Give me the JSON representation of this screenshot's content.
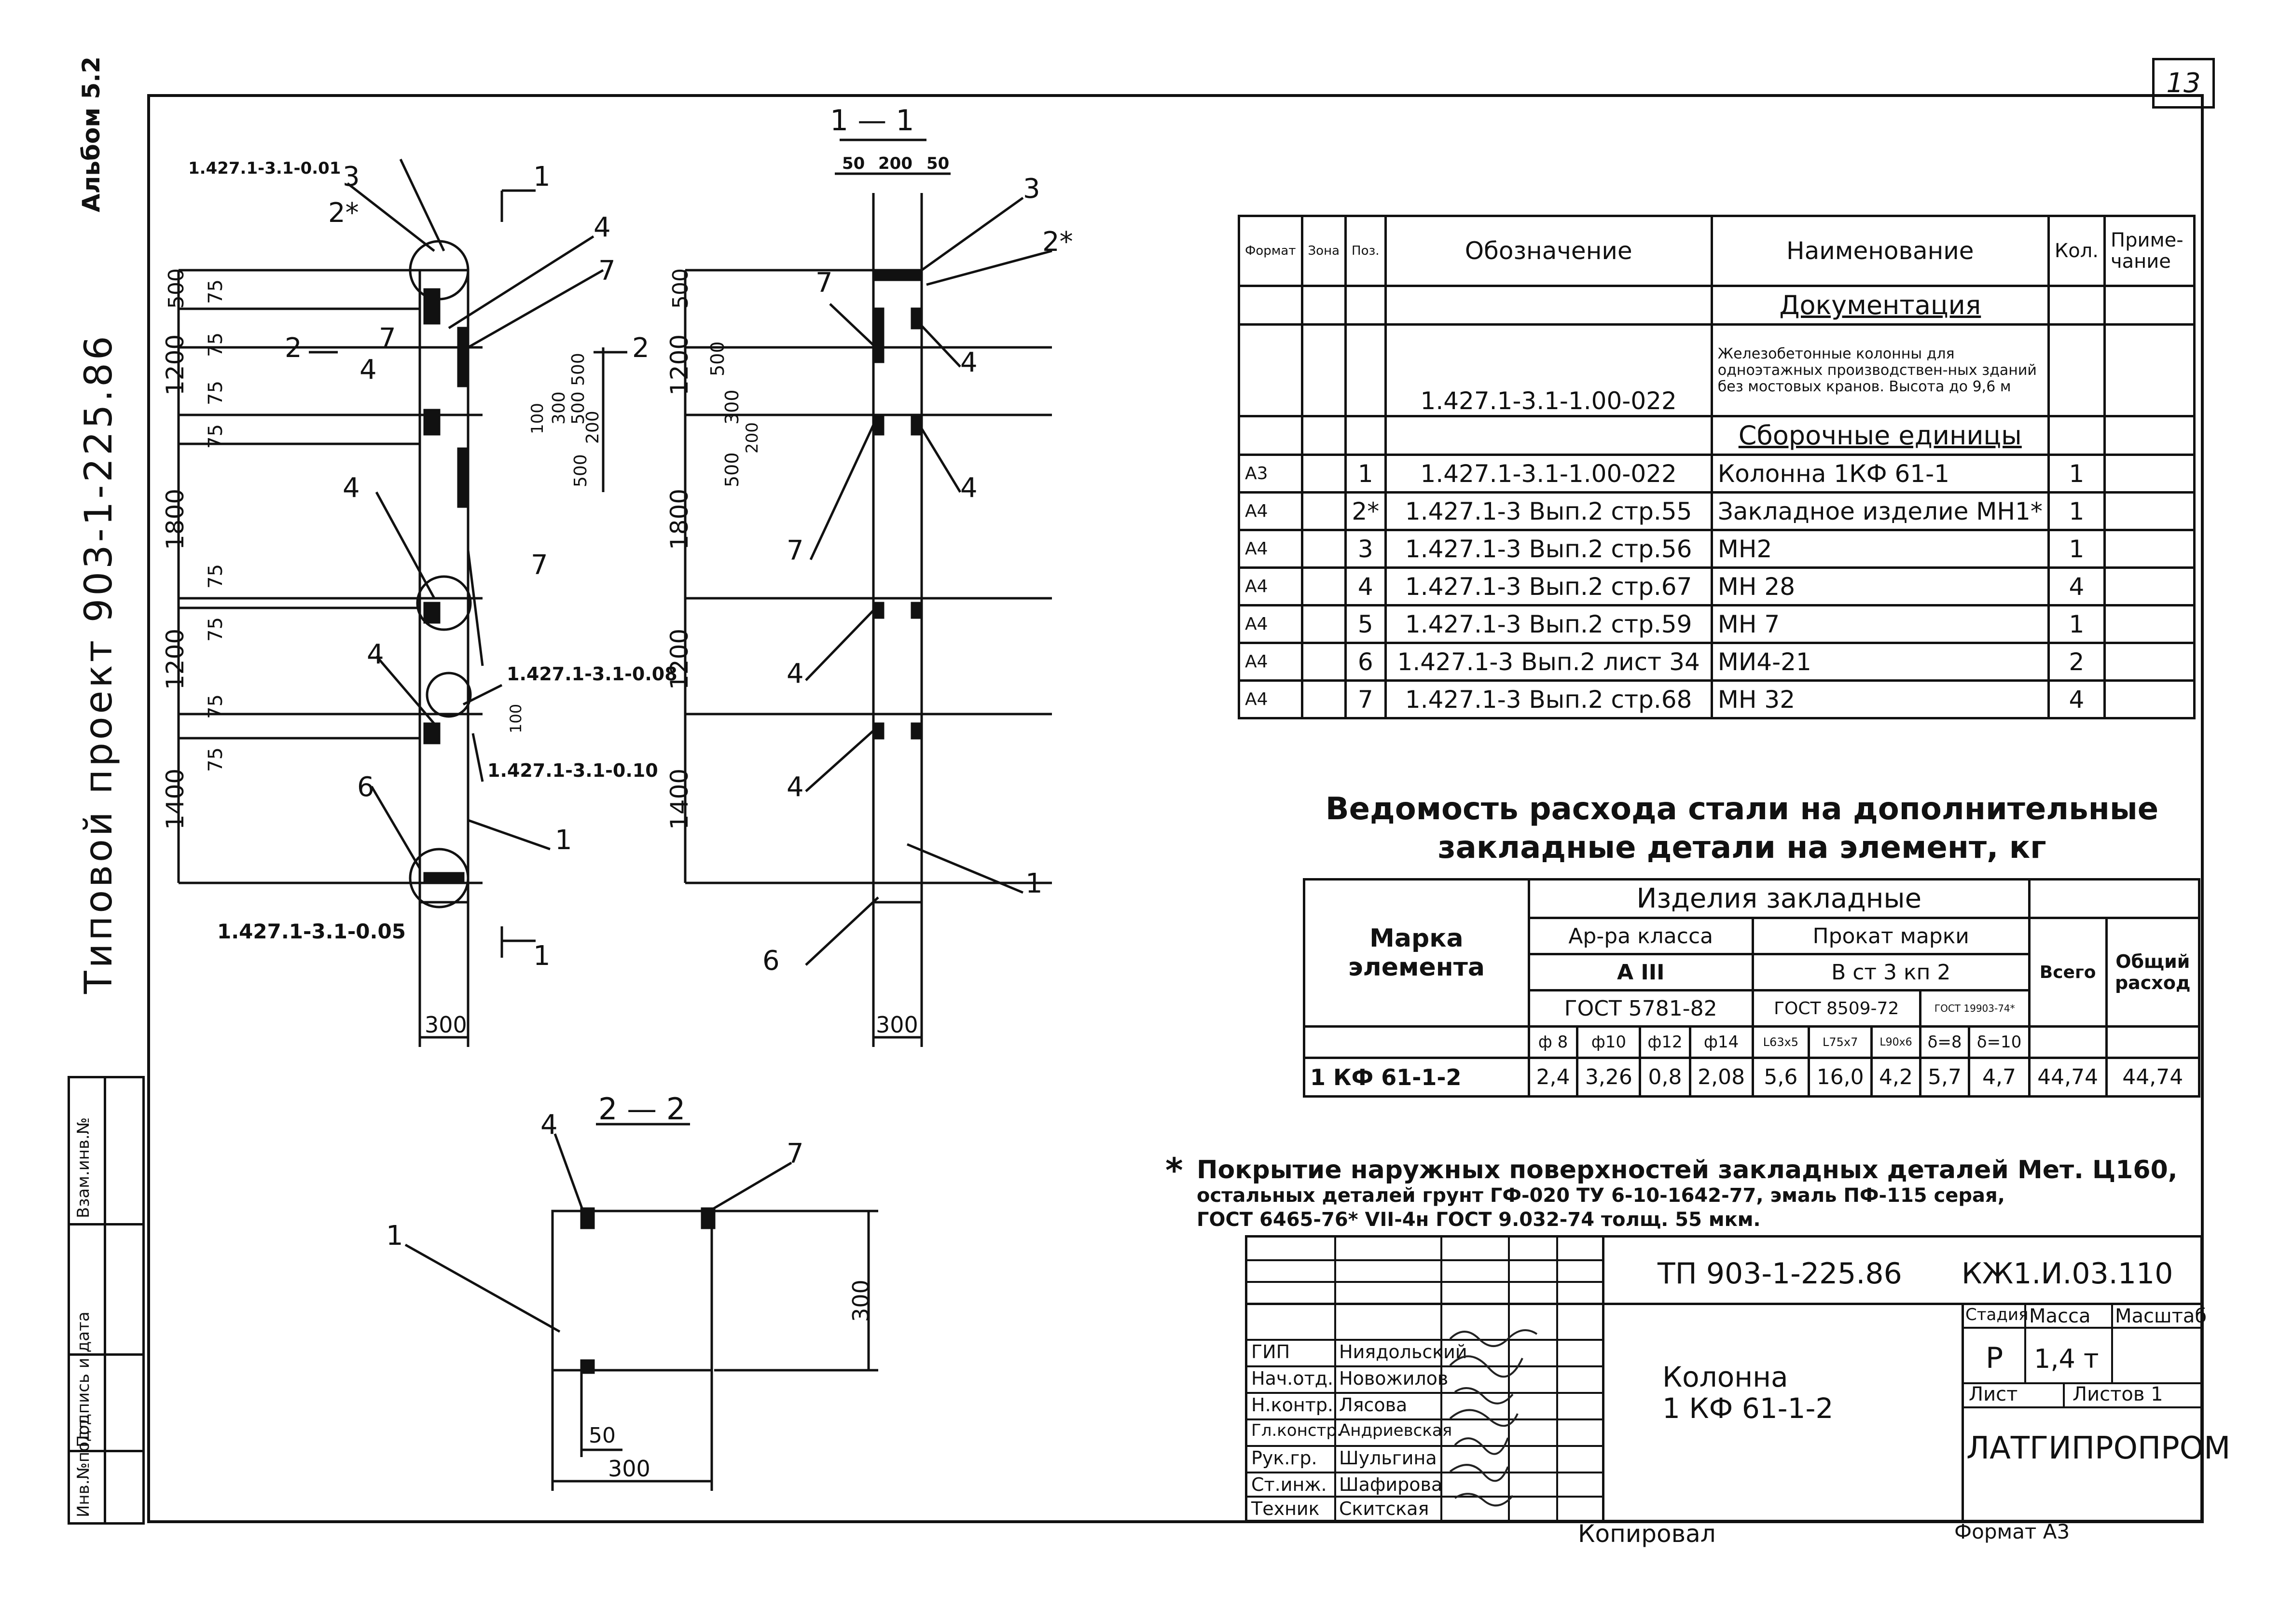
{
  "sheet": {
    "sheet_number": "13",
    "album": "Альбом 5.2",
    "project_side": "Типовой проект 903-1-225.86"
  },
  "left_strip": {
    "cells": [
      "Инв.№подл.",
      "Подпись и дата",
      "Взам.инв.№"
    ]
  },
  "drawing": {
    "section_1_1": "1 — 1",
    "section_2_2": "2 — 2",
    "col1_dims": [
      "500",
      "1200",
      "1800",
      "1200",
      "1400"
    ],
    "col1_small_dims": [
      "75",
      "75",
      "75",
      "75",
      "75",
      "75",
      "75",
      "75"
    ],
    "col1_width": "300",
    "col1_refs": [
      "1.427.1-3.1-0.01",
      "1.427.1-3.1-0.08",
      "1.427.1-3.1-0.10",
      "1.427.1-3.1-0.05"
    ],
    "col1_marks": [
      "1",
      "2*",
      "3",
      "4",
      "4",
      "4",
      "4",
      "6",
      "7",
      "7",
      "7"
    ],
    "col1_right_dims": [
      "500",
      "300",
      "500",
      "100",
      "200",
      "500",
      "100"
    ],
    "section_marks": [
      "1",
      "1",
      "2",
      "2"
    ],
    "col2_dims": [
      "500",
      "1200",
      "1800",
      "1200",
      "1400"
    ],
    "col2_inner_dims": [
      "500",
      "300",
      "500",
      "200"
    ],
    "col2_top_dims": [
      "50",
      "200",
      "50"
    ],
    "col2_width": "300",
    "col2_marks": [
      "1",
      "2*",
      "3",
      "4",
      "4",
      "4",
      "4",
      "6",
      "7",
      "7"
    ],
    "sec22_marks": [
      "1",
      "4",
      "7"
    ],
    "sec22_dims": [
      "300",
      "50",
      "300"
    ]
  },
  "spec": {
    "headers": {
      "format": "Формат",
      "zone": "Зона",
      "pos": "Поз.",
      "designation": "Обозначение",
      "name": "Наименование",
      "qty": "Кол.",
      "note": "Приме-\nчание"
    },
    "section_docs": "Документация",
    "doc_row": {
      "designation": "1.427.1-3.1-1.00-022",
      "name": "Железобетонные колонны для одноэтажных производствен-ных зданий без мостовых кранов. Высота до 9,6 м"
    },
    "section_assy": "Сборочные единицы",
    "rows": [
      {
        "format": "А3",
        "pos": "1",
        "designation": "1.427.1-3.1-1.00-022",
        "name": "Колонна 1КФ 61-1",
        "qty": "1"
      },
      {
        "format": "А4",
        "pos": "2*",
        "designation": "1.427.1-3 Вып.2 стр.55",
        "name": "Закладное изделие МН1*",
        "qty": "1"
      },
      {
        "format": "А4",
        "pos": "3",
        "designation": "1.427.1-3 Вып.2 стр.56",
        "name": "МН2",
        "qty": "1"
      },
      {
        "format": "А4",
        "pos": "4",
        "designation": "1.427.1-3 Вып.2 стр.67",
        "name": "МН 28",
        "qty": "4"
      },
      {
        "format": "А4",
        "pos": "5",
        "designation": "1.427.1-3 Вып.2 стр.59",
        "name": "МН 7",
        "qty": "1"
      },
      {
        "format": "А4",
        "pos": "6",
        "designation": "1.427.1-3 Вып.2 лист 34",
        "name": "МИ4-21",
        "qty": "2"
      },
      {
        "format": "А4",
        "pos": "7",
        "designation": "1.427.1-3 Вып.2 стр.68",
        "name": "МН 32",
        "qty": "4"
      }
    ]
  },
  "steel": {
    "title_line1": "Ведомость расхода стали на дополнительные",
    "title_line2": "закладные детали на элемент, кг",
    "h_items": "Изделия закладные",
    "h_mark": "Марка элемента",
    "h_arm": "Ар-ра класса",
    "h_arm_class": "А III",
    "h_arm_gost": "ГОСТ 5781-82",
    "h_rolled": "Прокат марки",
    "h_rolled_grade": "В ст 3 кп 2",
    "h_rolled_gost1": "ГОСТ 8509-72",
    "h_rolled_gost2": "ГОСТ 19903-74*",
    "h_total": "Всего",
    "h_grand": "Общий расход",
    "sub": [
      "ф 8",
      "ф10",
      "ф12",
      "ф14",
      "L63х5",
      "L75х7",
      "L90х6",
      "δ=8",
      "δ=10"
    ],
    "row": {
      "mark": "1 КФ 61-1-2",
      "values": [
        "2,4",
        "3,26",
        "0,8",
        "2,08",
        "5,6",
        "16,0",
        "4,2",
        "5,7",
        "4,7"
      ],
      "total": "44,74",
      "grand": "44,74"
    }
  },
  "note": {
    "star": "*",
    "line1": "Покрытие наружных поверхностей закладных деталей Мет. Ц160,",
    "line2": "остальных деталей грунт ГФ-020 ТУ 6-10-1642-77, эмаль ПФ-115 серая,",
    "line3": "ГОСТ 6465-76* VII-4н ГОСТ 9.032-74 толщ. 55 мкм."
  },
  "stamp": {
    "project": "ТП 903-1-225.86",
    "code": "КЖ1.И.03.110",
    "title_line1": "Колонна",
    "title_line2": "1 КФ 61-1-2",
    "stage_h": "Стадия",
    "mass_h": "Масса",
    "scale_h": "Масштаб",
    "stage": "Р",
    "mass": "1,4 т",
    "sheet_h": "Лист",
    "sheets_h": "Листов 1",
    "org": "ЛАТГИПРОПРОМ",
    "roles": [
      "ГИП",
      "Нач.отд.",
      "Н.контр.",
      "Гл.констр.",
      "Рук.гр.",
      "Ст.инж.",
      "Техник"
    ],
    "names": [
      "Ниядольский",
      "Новожилов",
      "Лясова",
      "Андриевская",
      "Шульгина",
      "Шафирова",
      "Скитская"
    ],
    "copied": "Копировал",
    "format": "Формат А3"
  }
}
